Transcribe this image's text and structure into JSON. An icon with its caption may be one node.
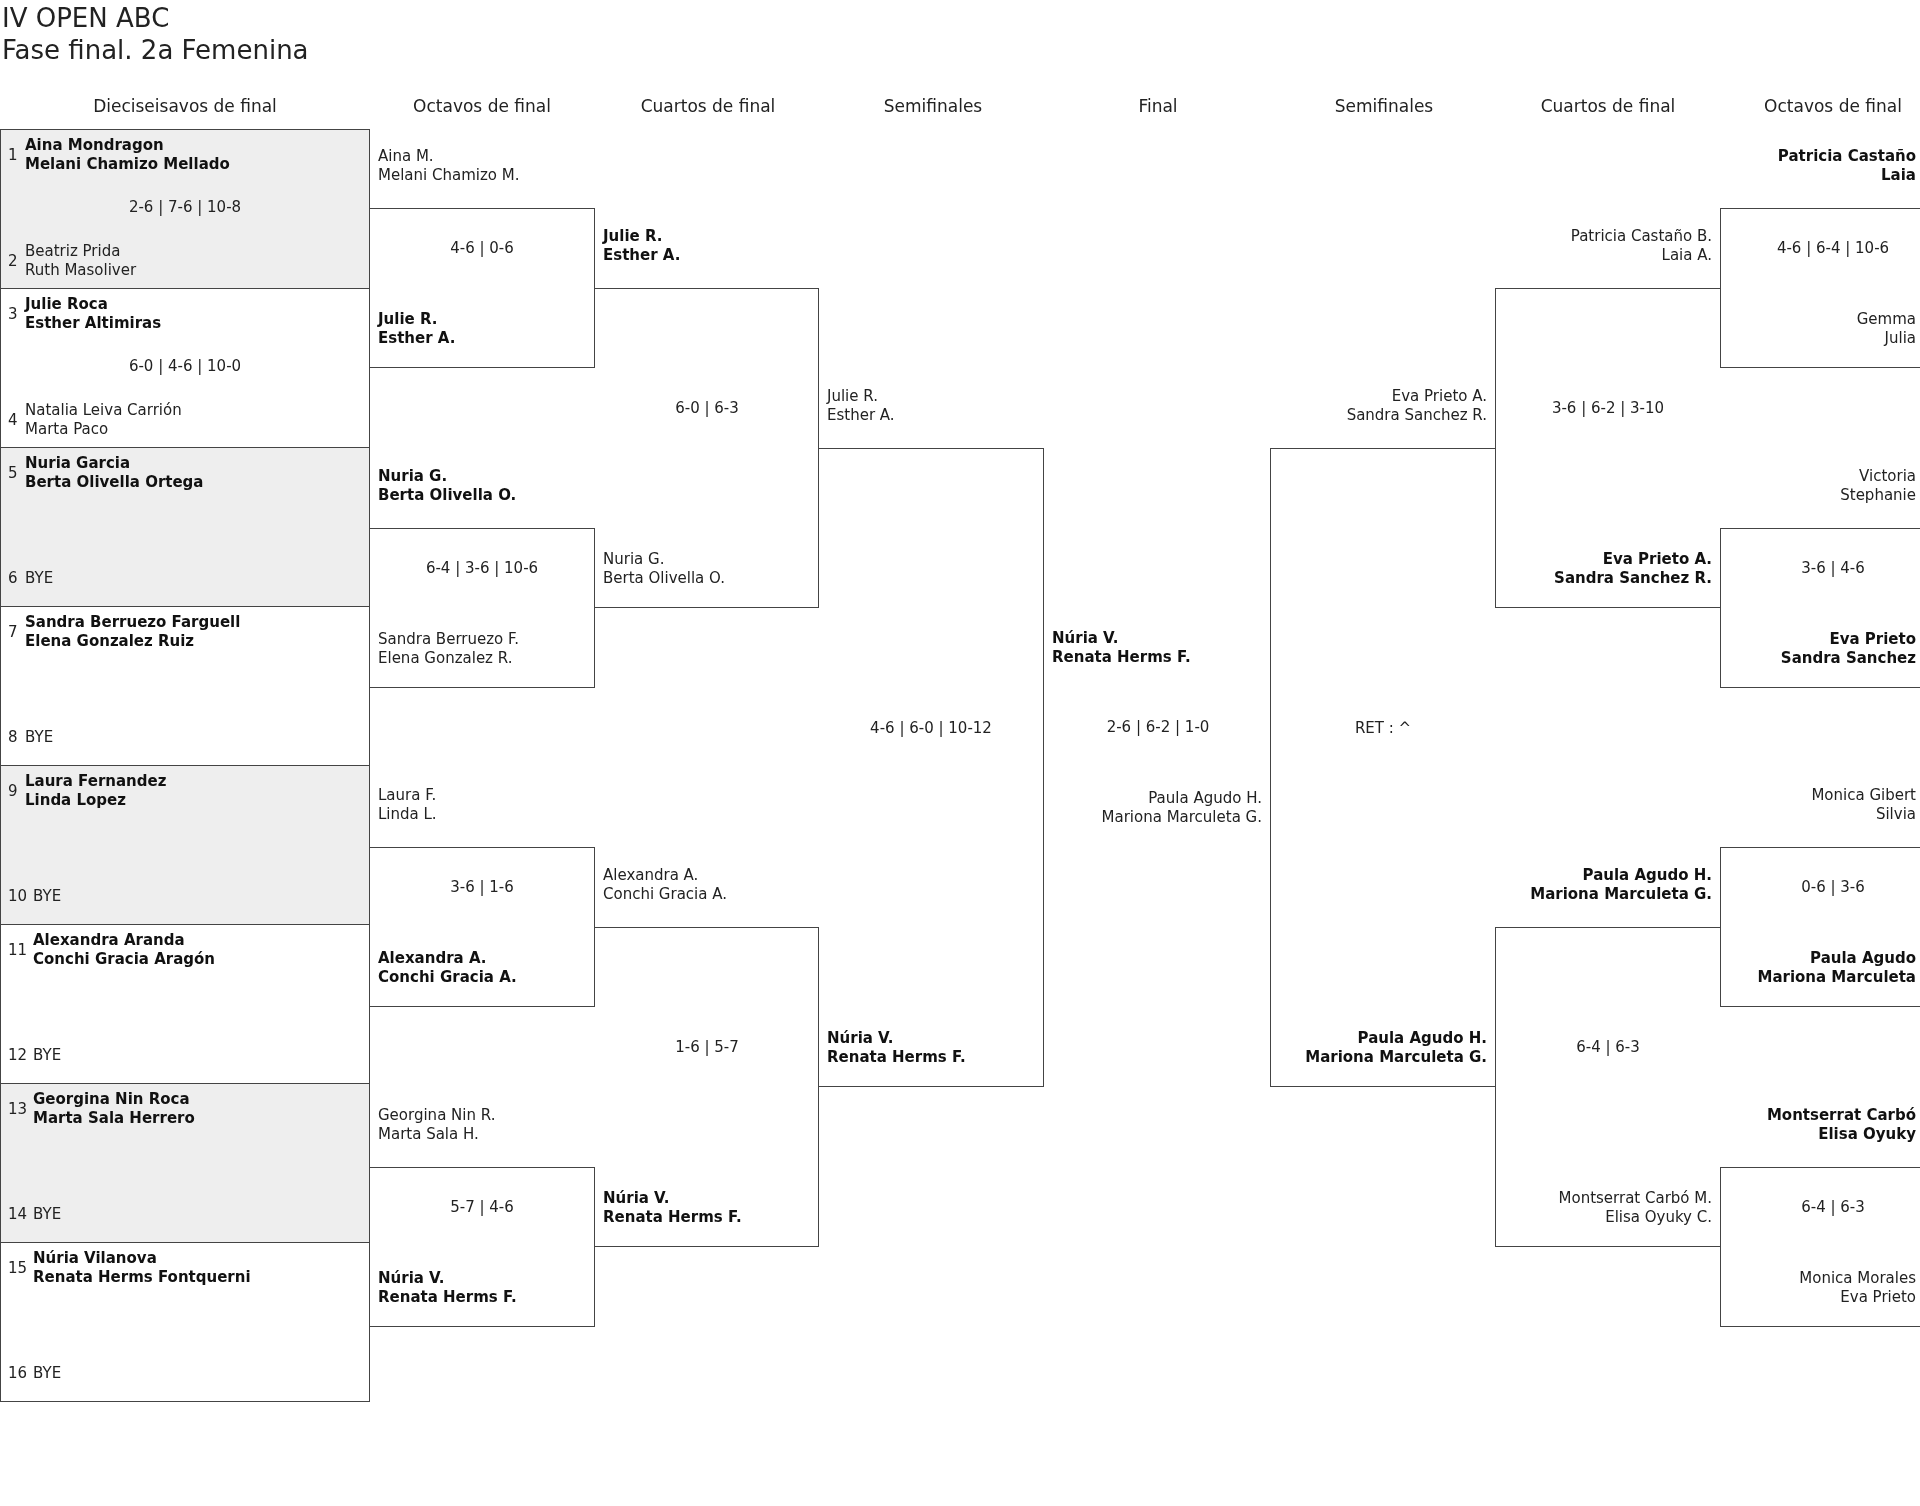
{
  "diagram": {
    "title": "IV OPEN ABC",
    "nodes": [
      {
        "text": [
          "1",
          "Aina Mondragon",
          "Melani Chamizo Mellado",
          "2-6 | 7-6 | 10-8",
          "2",
          "Beatriz Prida",
          "Ruth Masoliver"
        ]
      },
      {
        "text": [
          "3",
          "Julie Roca",
          "Esther Altimiras",
          "6-0 | 4-6 | 10-0",
          "4",
          "Natalia Leiva Carrión",
          "Marta Paco"
        ]
      },
      {
        "text": [
          "5",
          "Nuria Garcia",
          "Berta Olivella Ortega",
          "6",
          "BYE"
        ]
      },
      {
        "text": [
          "7",
          "Sandra Berruezo Farguell",
          "Elena Gonzalez Ruiz",
          "8",
          "BYE"
        ]
      },
      {
        "text": [
          "9",
          "Laura Fernandez",
          "Linda Lopez",
          "10",
          "BYE"
        ]
      },
      {
        "text": [
          "11",
          "Alexandra Aranda",
          "Conchi Gracia Aragón",
          "12",
          "BYE"
        ]
      },
      {
        "text": [
          "13",
          "Georgina Nin Roca",
          "Marta Sala Herrero",
          "14",
          "BYE"
        ]
      },
      {
        "text": [
          "15",
          "Núria Vilanova",
          "Renata Herms Fontquerni",
          "16",
          "BYE"
        ]
      },
      {
        "text": [
          "4-6 | 0-6",
          "Julie R.",
          "Esther A."
        ],
        "beside": [
          "Aina M.",
          "Melani Chamizo M."
        ]
      },
      {
        "text": [
          "6-4 | 3-6 | 10-6",
          "Sandra Berruezo F.",
          "Elena Gonzalez R."
        ],
        "beside": [
          "Nuria G.",
          "Berta Olivella O."
        ]
      },
      {
        "text": [
          "3-6 | 1-6",
          "Alexandra A.",
          "Conchi Gracia A."
        ],
        "beside": [
          "Laura F.",
          "Linda L."
        ]
      },
      {
        "text": [
          "5-7 | 4-6",
          "Núria V.",
          "Renata Herms F."
        ],
        "beside": [
          "Georgina Nin R.",
          "Marta Sala H."
        ]
      },
      {
        "text": [
          "6-0 | 6-3",
          "Nuria G.",
          "Berta Olivella O."
        ],
        "beside": [
          "Julie R.",
          "Esther A."
        ]
      },
      {
        "text": [
          "1-6 | 5-7",
          "Núria V.",
          "Renata Herms F."
        ],
        "beside": [
          "Alexandra A.",
          "Conchi Gracia A."
        ]
      },
      {
        "text": [
          "4-6 | 6-0 | 10-12",
          "Núria V.",
          "Renata Herms F."
        ],
        "beside": [
          "Julie R.",
          "Esther A."
        ]
      },
      {
        "text": [
          "RET : ^",
          "Paula Agudo H.",
          "Mariona Marculeta G."
        ],
        "beside": [
          "Eva Prieto A.",
          "Sandra Sanchez R."
        ]
      },
      {
        "text": [
          "3-6 | 6-2 | 3-10",
          "Eva Prieto A.",
          "Sandra Sanchez R."
        ],
        "beside": [
          "Patricia Castaño B.",
          "Laia A."
        ]
      },
      {
        "text": [
          "6-4 | 6-3",
          "Montserrat Carbó M.",
          "Elisa Oyuky C."
        ],
        "beside": [
          "Paula Agudo H.",
          "Mariona Marculeta G."
        ]
      },
      {
        "text": [
          "4-6 | 6-4 | 10-6",
          "Gemma",
          "Julia"
        ],
        "beside": [
          "Patricia Castaño",
          "Laia"
        ]
      },
      {
        "text": [
          "3-6 | 4-6",
          "Eva Prieto",
          "Sandra Sanchez"
        ],
        "beside": [
          "Victoria",
          "Stephanie"
        ]
      },
      {
        "text": [
          "0-6 | 3-6",
          "Paula Agudo",
          "Mariona Marculeta"
        ],
        "beside": [
          "Monica Gibert",
          "Silvia"
        ]
      },
      {
        "text": [
          "6-4 | 6-3",
          "Monica Morales",
          "Eva Prieto"
        ],
        "beside": [
          "Montserrat Carbó",
          "Elisa Oyuky"
        ]
      }
    ],
    "labels": [
      "Fase final. 2a Femenina",
      "Dieciseisavos de final",
      "Octavos de final",
      "Cuartos de final",
      "Semifinales",
      "Final",
      "Semifinales",
      "Cuartos de final",
      "Octavos de final",
      "Núria V.",
      "Renata Herms F.",
      "2-6 | 6-2 | 1-0",
      "Paula Agudo H.",
      "Mariona Marculeta G."
    ]
  }
}
